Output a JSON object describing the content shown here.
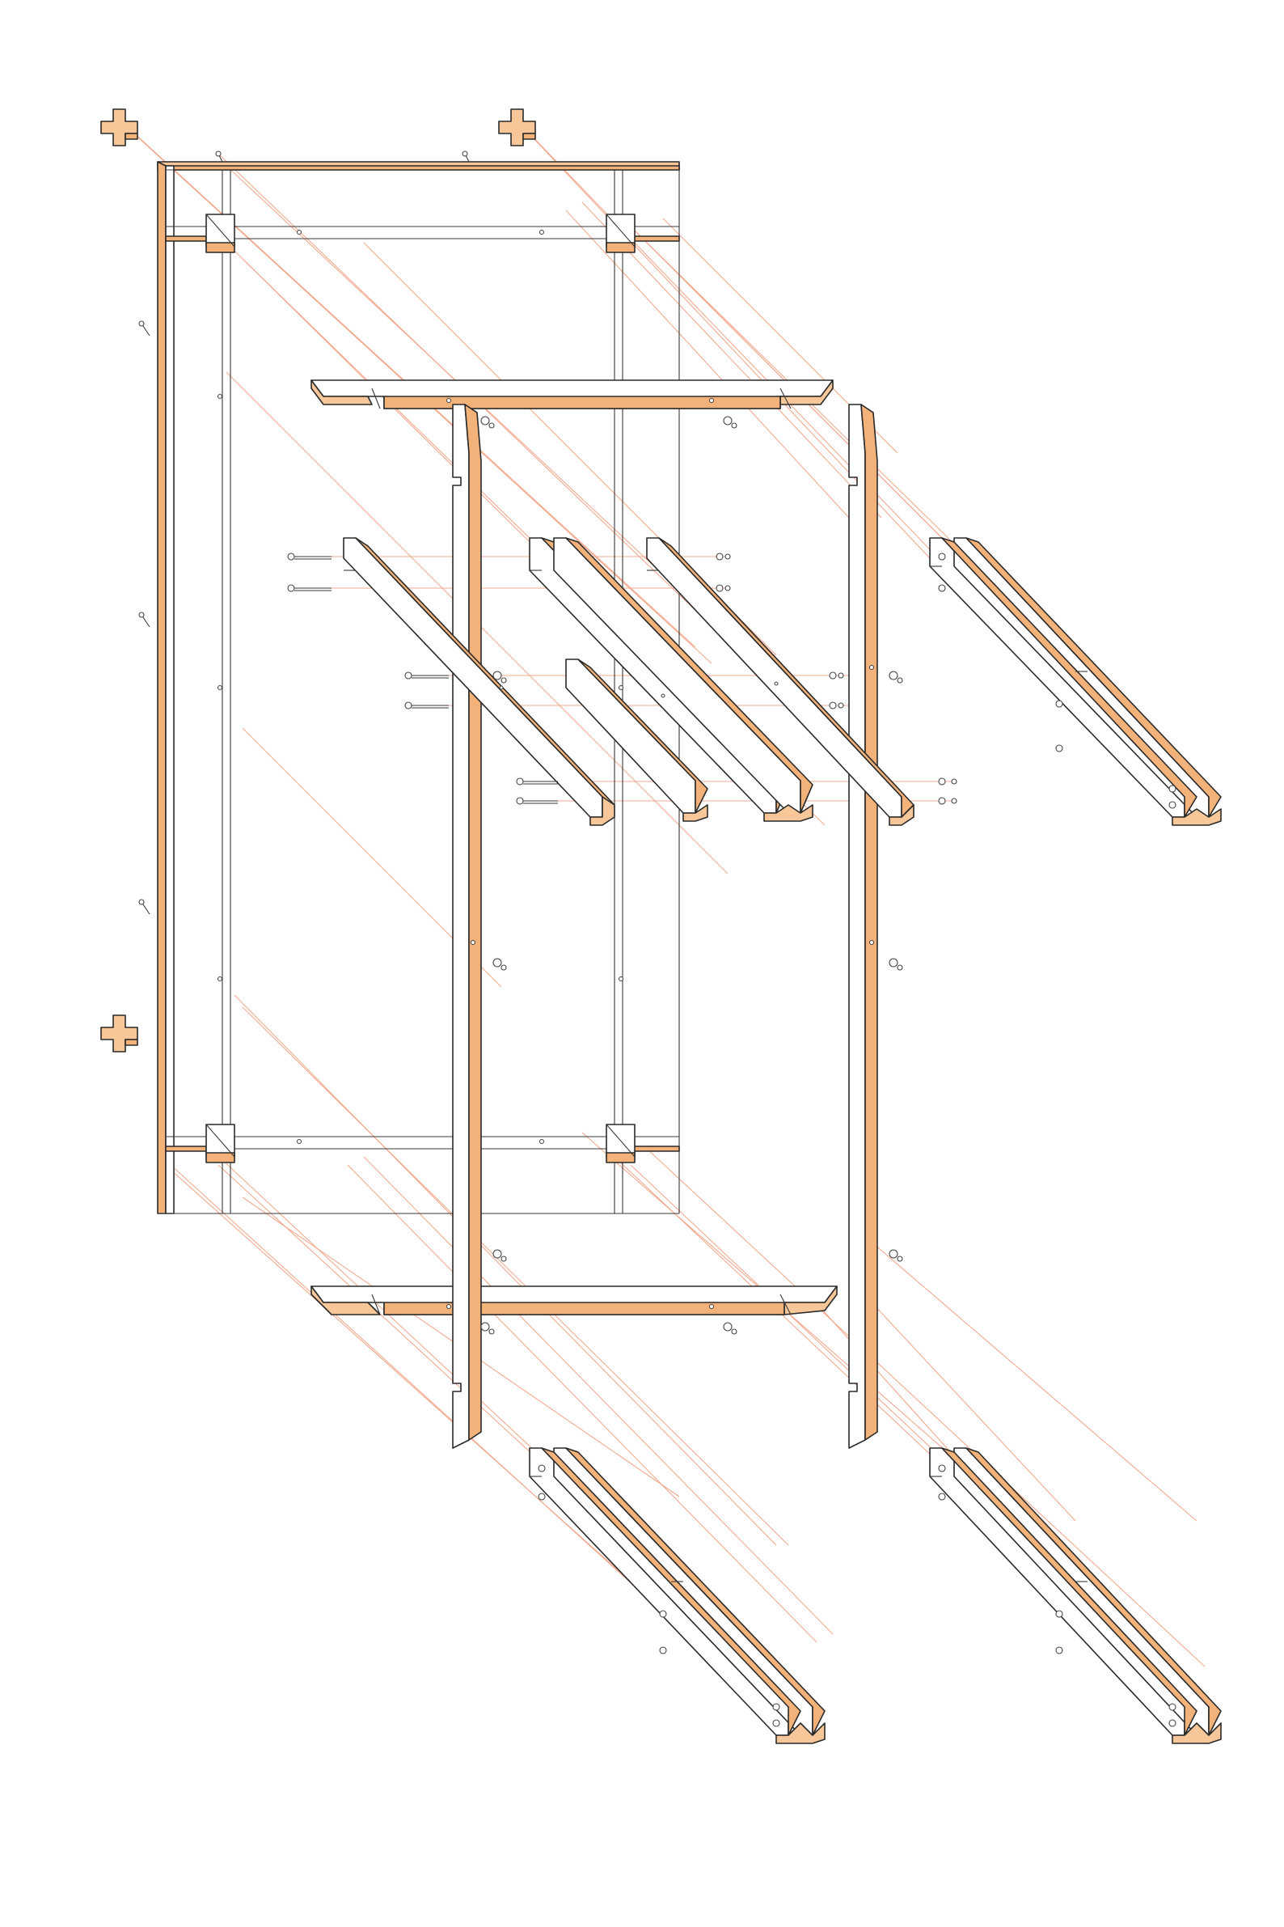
{
  "diagram": {
    "type": "exploded-assembly-drawing",
    "colors": {
      "background": "#ffffff",
      "wood_light": "#f7c79a",
      "wood_side": "#f3b27a",
      "wood_dark": "#e9a067",
      "outline": "#2a2a2a",
      "guide_lines": "#f2a58a"
    },
    "parts": [
      "back-frame-panel",
      "corner-bracket",
      "top-crossbar",
      "bottom-crossbar",
      "left-upright",
      "right-upright",
      "shelf-rail",
      "stacked-leg-rail",
      "bolt",
      "washer-nut"
    ]
  }
}
